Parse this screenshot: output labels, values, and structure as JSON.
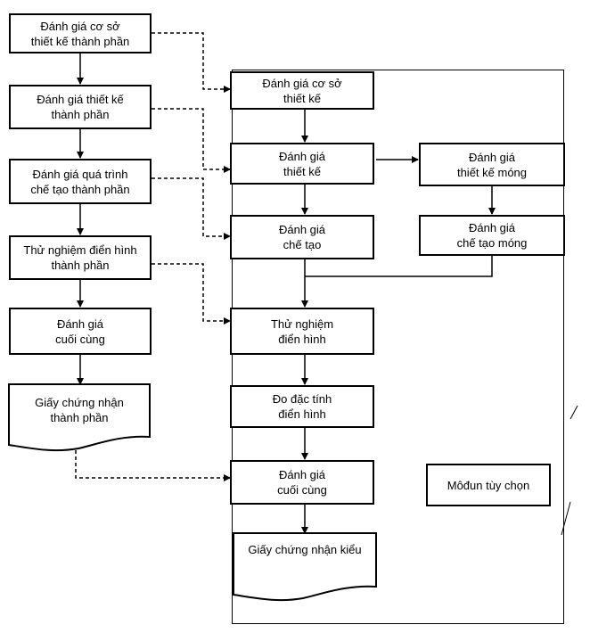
{
  "left_column": [
    {
      "id": "l1",
      "text": "Đánh giá cơ sở\nthiết kế thành phần"
    },
    {
      "id": "l2",
      "text": "Đánh giá thiết kế\nthành phần"
    },
    {
      "id": "l3",
      "text": "Đánh giá quá trình\nchế tạo thành phần"
    },
    {
      "id": "l4",
      "text": "Thử nghiệm điển hình\nthành phần"
    },
    {
      "id": "l5",
      "text": "Đánh giá\ncuối cùng"
    },
    {
      "id": "l6",
      "text": "Giấy chứng nhận\nthành phần"
    }
  ],
  "center_column": [
    {
      "id": "c1",
      "text": "Đánh giá cơ sở\nthiết kế"
    },
    {
      "id": "c2",
      "text": "Đánh giá\nthiết kế"
    },
    {
      "id": "c3",
      "text": "Đánh giá\nchế tạo"
    },
    {
      "id": "c4",
      "text": "Thử nghiệm\nđiển hình"
    },
    {
      "id": "c5",
      "text": "Đo đặc tính\nđiển hình"
    },
    {
      "id": "c6",
      "text": "Đánh giá\ncuối cùng"
    },
    {
      "id": "c7",
      "text": "Giấy chứng nhận kiểu"
    }
  ],
  "right_column": [
    {
      "id": "r1",
      "text": "Đánh giá\nthiết kế móng"
    },
    {
      "id": "r2",
      "text": "Đánh giá\nchế tạo móng"
    }
  ],
  "optional_module": {
    "text": "Môđun tùy chọn"
  }
}
